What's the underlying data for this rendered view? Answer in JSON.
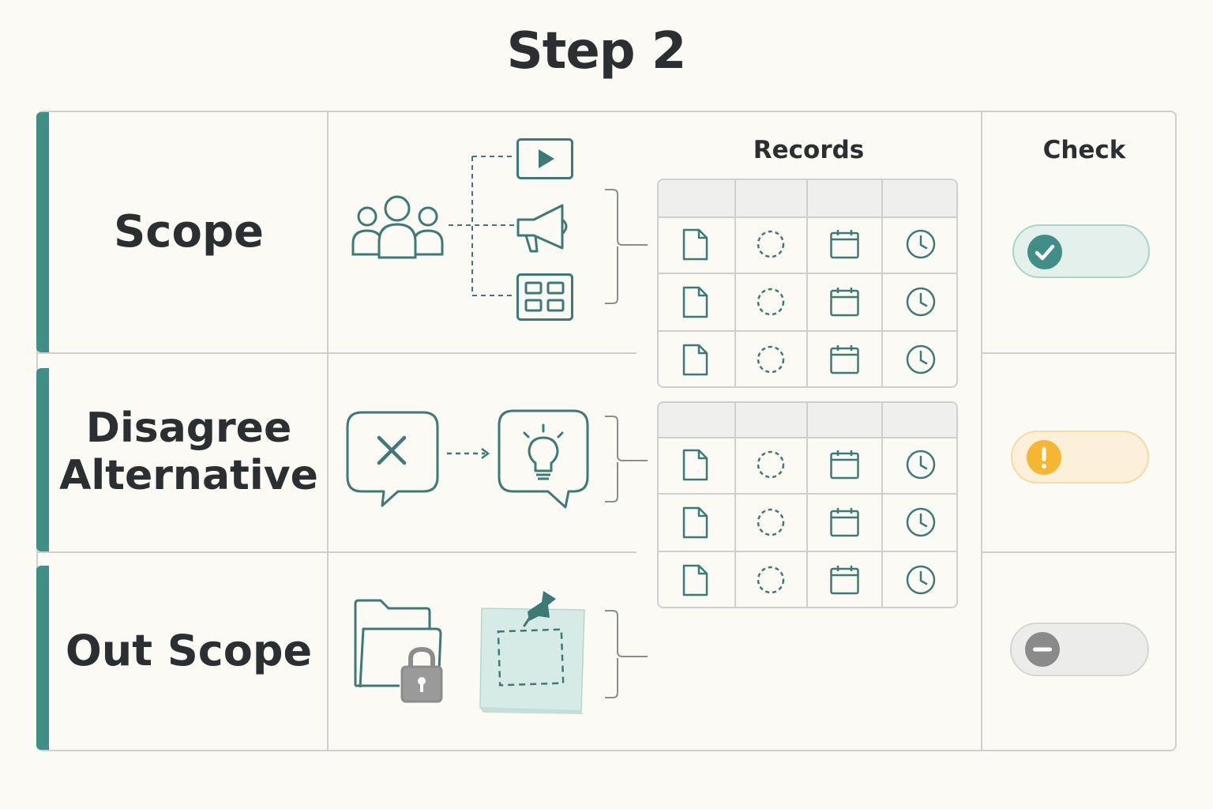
{
  "title": "Step 2",
  "columns": {
    "records": "Records",
    "check": "Check"
  },
  "rows": [
    {
      "label": "Scope",
      "status": "ok",
      "status_icon": "check-icon"
    },
    {
      "label_line1": "Disagree",
      "label_line2": "Alternative",
      "status": "warning",
      "status_icon": "exclamation-icon"
    },
    {
      "label": "Out Scope",
      "status": "excluded",
      "status_icon": "minus-icon"
    }
  ],
  "record_columns": [
    "document-icon",
    "circle-dashed-icon",
    "calendar-icon",
    "clock-icon"
  ],
  "colors": {
    "accent": "#3f8f88",
    "ok": "#3f8f88",
    "warning": "#f5b731",
    "excluded": "#8a8a8a"
  }
}
